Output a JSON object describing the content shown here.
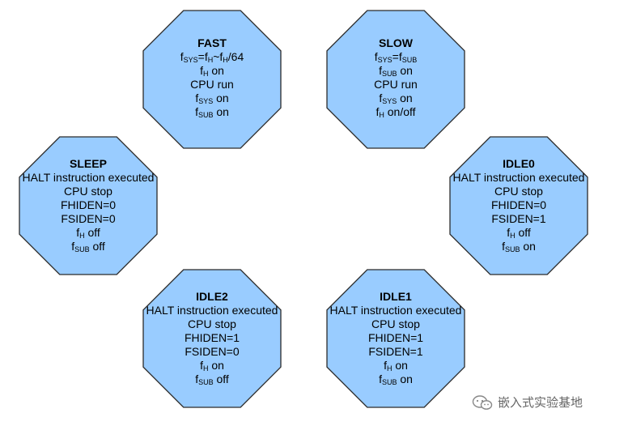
{
  "colors": {
    "fill": "#99CCFF",
    "stroke": "#2B2B2B"
  },
  "states": [
    {
      "id": "fast",
      "title": "FAST",
      "lines": [
        [
          {
            "t": "f"
          },
          {
            "s": "SYS"
          },
          {
            "t": "=f"
          },
          {
            "s": "H"
          },
          {
            "t": "~f"
          },
          {
            "s": "H"
          },
          {
            "t": "/64"
          }
        ],
        [
          {
            "t": "f"
          },
          {
            "s": "H"
          },
          {
            "t": " on"
          }
        ],
        [
          {
            "t": "CPU run"
          }
        ],
        [
          {
            "t": "f"
          },
          {
            "s": "SYS"
          },
          {
            "t": " on"
          }
        ],
        [
          {
            "t": "f"
          },
          {
            "s": "SUB"
          },
          {
            "t": " on"
          }
        ]
      ]
    },
    {
      "id": "slow",
      "title": "SLOW",
      "lines": [
        [
          {
            "t": "f"
          },
          {
            "s": "SYS"
          },
          {
            "t": "=f"
          },
          {
            "s": "SUB"
          }
        ],
        [
          {
            "t": "f"
          },
          {
            "s": "SUB"
          },
          {
            "t": " on"
          }
        ],
        [
          {
            "t": "CPU run"
          }
        ],
        [
          {
            "t": "f"
          },
          {
            "s": "SYS"
          },
          {
            "t": " on"
          }
        ],
        [
          {
            "t": "f"
          },
          {
            "s": "H"
          },
          {
            "t": " on/off"
          }
        ]
      ]
    },
    {
      "id": "sleep",
      "title": "SLEEP",
      "lines": [
        [
          {
            "t": "HALT instruction executed"
          }
        ],
        [
          {
            "t": "CPU stop"
          }
        ],
        [
          {
            "t": "FHIDEN=0"
          }
        ],
        [
          {
            "t": "FSIDEN=0"
          }
        ],
        [
          {
            "t": "f"
          },
          {
            "s": "H"
          },
          {
            "t": " off"
          }
        ],
        [
          {
            "t": "f"
          },
          {
            "s": "SUB"
          },
          {
            "t": " off"
          }
        ]
      ]
    },
    {
      "id": "idle0",
      "title": "IDLE0",
      "lines": [
        [
          {
            "t": "HALT instruction executed"
          }
        ],
        [
          {
            "t": "CPU stop"
          }
        ],
        [
          {
            "t": "FHIDEN=0"
          }
        ],
        [
          {
            "t": "FSIDEN=1"
          }
        ],
        [
          {
            "t": "f"
          },
          {
            "s": "H"
          },
          {
            "t": " off"
          }
        ],
        [
          {
            "t": "f"
          },
          {
            "s": "SUB"
          },
          {
            "t": " on"
          }
        ]
      ]
    },
    {
      "id": "idle2",
      "title": "IDLE2",
      "lines": [
        [
          {
            "t": "HALT instruction executed"
          }
        ],
        [
          {
            "t": "CPU stop"
          }
        ],
        [
          {
            "t": "FHIDEN=1"
          }
        ],
        [
          {
            "t": "FSIDEN=0"
          }
        ],
        [
          {
            "t": "f"
          },
          {
            "s": "H"
          },
          {
            "t": " on"
          }
        ],
        [
          {
            "t": "f"
          },
          {
            "s": "SUB"
          },
          {
            "t": " off"
          }
        ]
      ]
    },
    {
      "id": "idle1",
      "title": "IDLE1",
      "lines": [
        [
          {
            "t": "HALT instruction executed"
          }
        ],
        [
          {
            "t": "CPU stop"
          }
        ],
        [
          {
            "t": "FHIDEN=1"
          }
        ],
        [
          {
            "t": "FSIDEN=1"
          }
        ],
        [
          {
            "t": "f"
          },
          {
            "s": "H"
          },
          {
            "t": " on"
          }
        ],
        [
          {
            "t": "f"
          },
          {
            "s": "SUB"
          },
          {
            "t": " on"
          }
        ]
      ]
    }
  ],
  "watermark": {
    "text": "嵌入式实验基地",
    "icon": "wechat-icon"
  }
}
